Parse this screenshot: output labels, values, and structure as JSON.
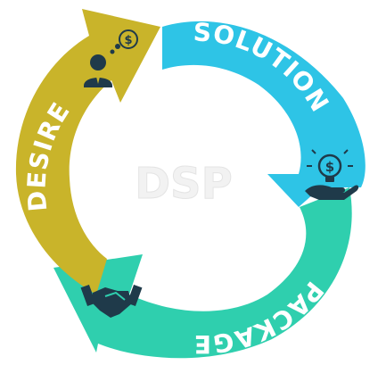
{
  "diagram": {
    "center_label": "DSP",
    "segments": [
      {
        "label": "SOLUTION",
        "color": "#2ec4e6",
        "icon": "lightbulb-dollar-hand-icon"
      },
      {
        "label": "PACKAGE",
        "color": "#2fcfae",
        "icon": "handshake-icon"
      },
      {
        "label": "DESIRE",
        "color": "#c9b42a",
        "icon": "businessman-dollar-thought-icon"
      }
    ],
    "icon_color": "#1f3a4a"
  }
}
